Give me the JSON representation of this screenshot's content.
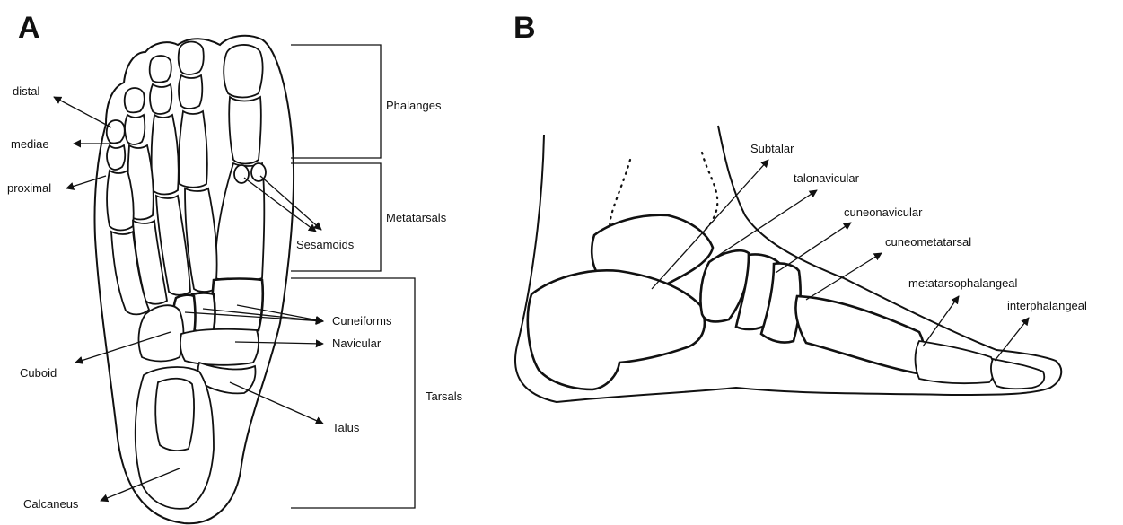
{
  "panels": {
    "a": {
      "letter": "A",
      "labels": {
        "distal": "distal",
        "mediae": "mediae",
        "proximal": "proximal",
        "cuboid": "Cuboid",
        "calcaneus": "Calcaneus",
        "sesamoids": "Sesamoids",
        "cuneiforms": "Cuneiforms",
        "navicular": "Navicular",
        "talus": "Talus"
      },
      "groups": {
        "phalanges": "Phalanges",
        "metatarsals": "Metatarsals",
        "tarsals": "Tarsals"
      }
    },
    "b": {
      "letter": "B",
      "joints": {
        "subtalar": "Subtalar",
        "talonavicular": "talonavicular",
        "cuneonavicular": "cuneonavicular",
        "cuneometatarsal": "cuneometatarsal",
        "metatarsophalangeal": "metatarsophalangeal",
        "interphalangeal": "interphalangeal"
      }
    }
  }
}
